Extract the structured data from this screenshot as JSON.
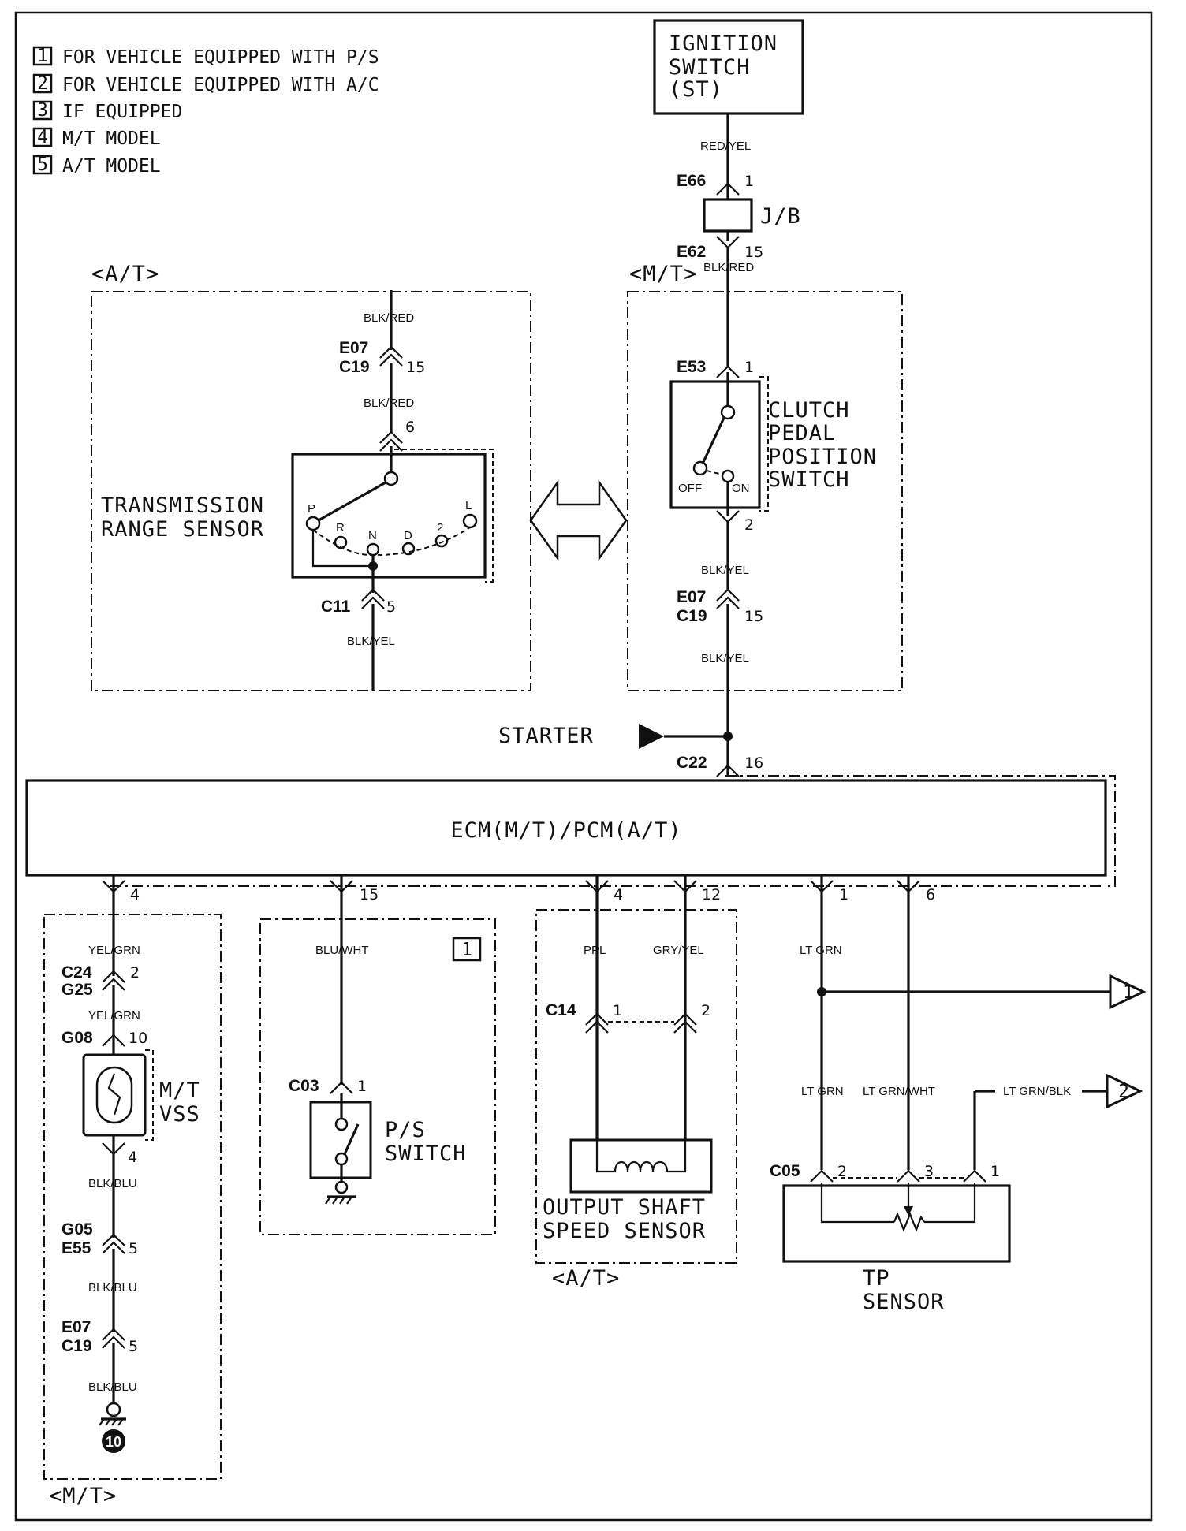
{
  "legend": [
    {
      "num": "1",
      "text": "FOR VEHICLE EQUIPPED WITH P/S"
    },
    {
      "num": "2",
      "text": "FOR VEHICLE EQUIPPED WITH A/C"
    },
    {
      "num": "3",
      "text": "IF EQUIPPED"
    },
    {
      "num": "4",
      "text": "M/T MODEL"
    },
    {
      "num": "5",
      "text": "A/T MODEL"
    }
  ],
  "ignition": {
    "line1": "IGNITION",
    "line2": "SWITCH",
    "line3": "(ST)"
  },
  "top_wire": {
    "color1": "RED/YEL",
    "e66": "E66",
    "pin1": "1",
    "jb": "J/B",
    "e62": "E62",
    "pin15": "15",
    "color2": "BLK/RED"
  },
  "at_box": {
    "tag": "<A/T>",
    "color_top": "BLK/RED",
    "e07": "E07",
    "c19": "C19",
    "pin15": "15",
    "color_mid": "BLK/RED",
    "pin6": "6",
    "name1": "TRANSMISSION",
    "name2": "RANGE SENSOR",
    "positions": [
      "P",
      "R",
      "N",
      "D",
      "2",
      "L"
    ],
    "c11": "C11",
    "pin5": "5",
    "color_bot": "BLK/YEL"
  },
  "mt_box": {
    "tag": "<M/T>",
    "e53": "E53",
    "pin1": "1",
    "name1": "CLUTCH",
    "name2": "PEDAL",
    "name3": "POSITION",
    "name4": "SWITCH",
    "off": "OFF",
    "on": "ON",
    "pin2": "2",
    "color1": "BLK/YEL",
    "e07": "E07",
    "c19": "C19",
    "pin15": "15",
    "color2": "BLK/YEL"
  },
  "starter": {
    "label": "STARTER",
    "c22": "C22",
    "pin16": "16"
  },
  "ecm": {
    "label": "ECM(M/T)/PCM(A/T)"
  },
  "vss": {
    "pin_top": "4",
    "color1": "YEL/GRN",
    "c24": "C24",
    "g25": "G25",
    "pin2": "2",
    "color2": "YEL/GRN",
    "g08": "G08",
    "pin10": "10",
    "name1": "M/T",
    "name2": "VSS",
    "pin4": "4",
    "color3": "BLK/BLU",
    "g05": "G05",
    "e55": "E55",
    "pin5a": "5",
    "color4": "BLK/BLU",
    "e07": "E07",
    "c19": "C19",
    "pin5b": "5",
    "color5": "BLK/BLU",
    "ground": "10",
    "tag": "<M/T>"
  },
  "ps": {
    "pin_top": "15",
    "color": "BLU/WHT",
    "badge": "1",
    "c03": "C03",
    "pin1": "1",
    "name1": "P/S",
    "name2": "SWITCH"
  },
  "oss": {
    "pin_a": "4",
    "pin_b": "12",
    "color_a": "PPL",
    "color_b": "GRY/YEL",
    "c14": "C14",
    "pin1": "1",
    "pin2": "2",
    "name1": "OUTPUT SHAFT",
    "name2": "SPEED SENSOR",
    "tag": "<A/T>"
  },
  "tp": {
    "pin_a": "1",
    "pin_b": "6",
    "color_a": "LT GRN",
    "ref1": "1",
    "ref2": "2",
    "color_a2": "LT GRN",
    "color_b": "LT GRN/WHT",
    "color_c": "LT GRN/BLK",
    "c05": "C05",
    "pin2": "2",
    "pin3": "3",
    "pin1": "1",
    "name1": "TP",
    "name2": "SENSOR"
  }
}
